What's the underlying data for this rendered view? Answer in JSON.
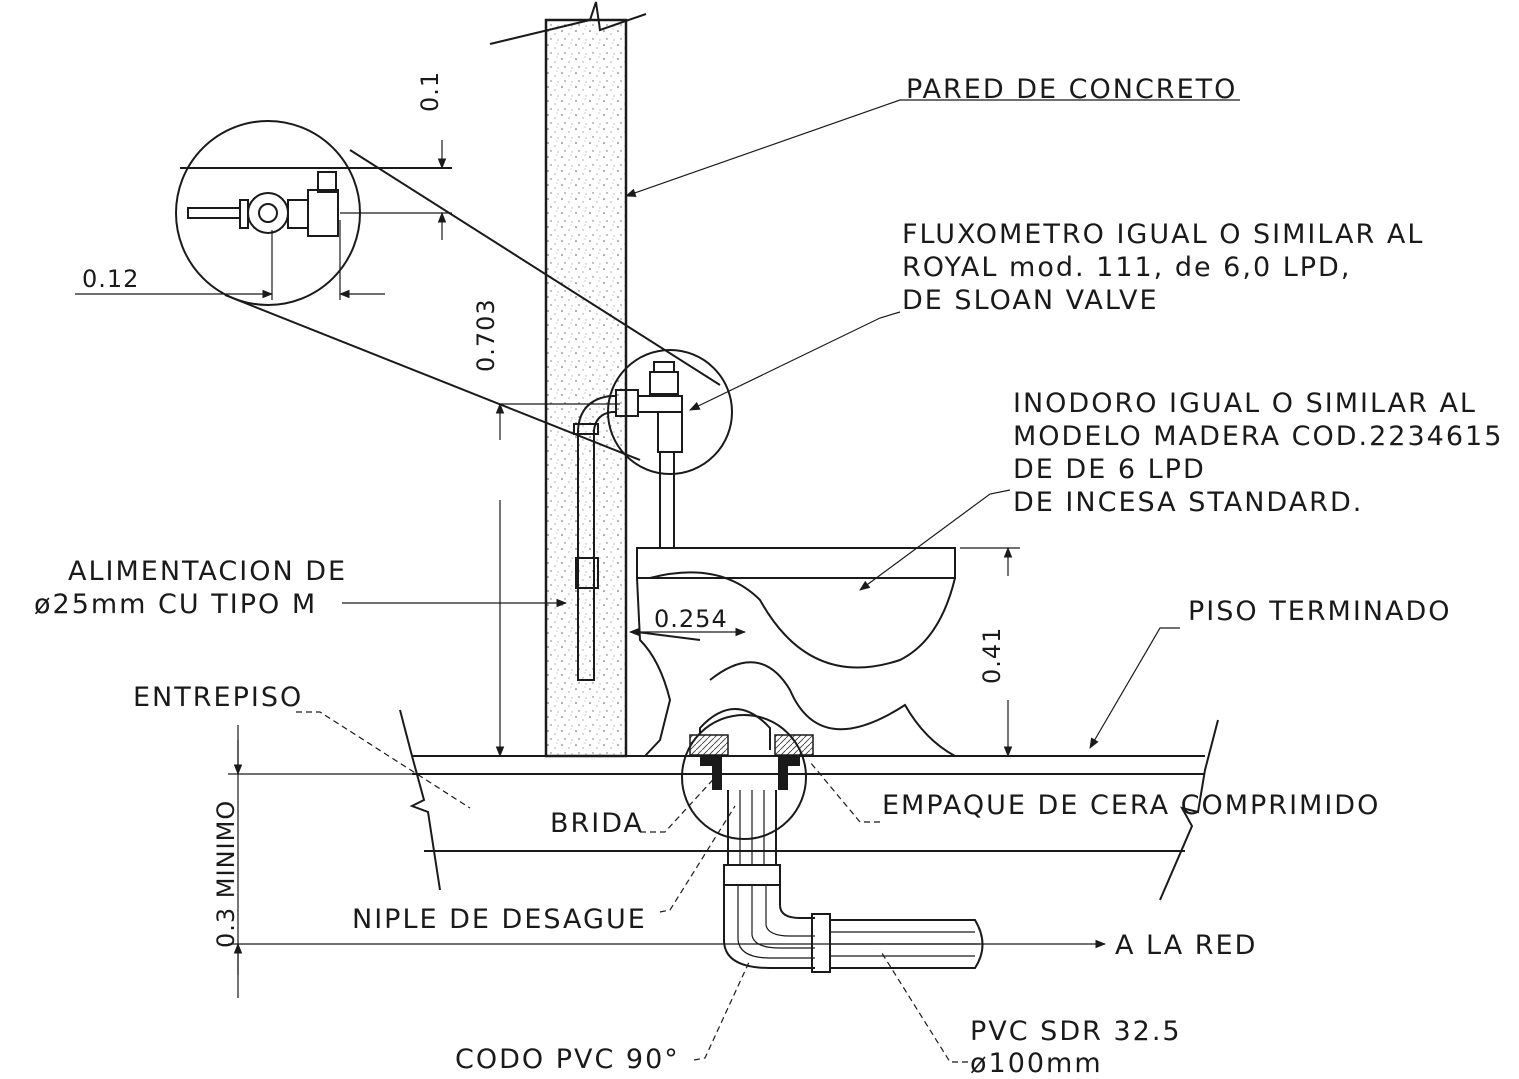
{
  "labels": {
    "wall": "PARED DE CONCRETO",
    "flush_valve_1": "FLUXOMETRO IGUAL O SIMILAR AL",
    "flush_valve_2": "ROYAL mod. 111, de 6,0 LPD,",
    "flush_valve_3": "DE SLOAN VALVE",
    "toilet_1": "INODORO IGUAL O SIMILAR AL",
    "toilet_2": "MODELO MADERA COD.2234615",
    "toilet_3": "DE DE 6 LPD",
    "toilet_4": "DE INCESA STANDARD.",
    "supply_1": "ALIMENTACION DE",
    "supply_2": "ø25mm CU TIPO M",
    "finished_floor": "PISO TERMINADO",
    "slab": "ENTREPISO",
    "flange": "BRIDA",
    "wax_seal": "EMPAQUE DE CERA COMPRIMIDO",
    "drain_nipple": "NIPLE DE DESAGUE",
    "to_network": "A LA RED",
    "elbow": "CODO PVC 90°",
    "pvc_1": "PVC SDR 32.5",
    "pvc_2": "ø100mm"
  },
  "dimensions": {
    "d_0_1": "0.1",
    "d_0_12": "0.12",
    "d_0_703": "0.703",
    "d_0_254": "0.254",
    "d_0_41": "0.41",
    "d_0_3_min": "0.3 MINIMO"
  }
}
